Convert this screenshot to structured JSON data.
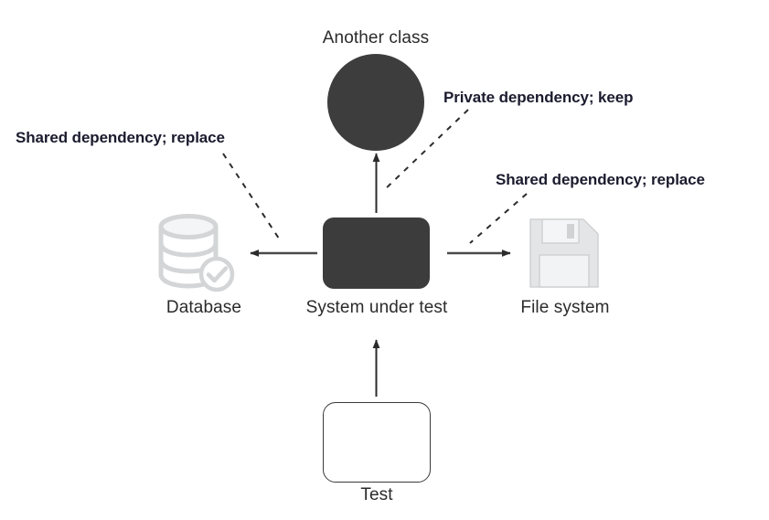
{
  "diagram": {
    "title_present": false,
    "background_color": "#ffffff",
    "colors": {
      "dark_fill": "#3c3c3c",
      "circle_fill": "#3d3d3d",
      "icon_gray": "#d4d6d8",
      "icon_gray_dark": "#b9bcbf",
      "label_text": "#2b2b2b",
      "annotation_text": "#1b1b2e",
      "arrow": "#2b2b2b",
      "leader_dash": "#2b2b2b",
      "test_border": "#3a3a3a"
    },
    "nodes": [
      {
        "id": "another-class",
        "label": "Another class",
        "shape": "circle",
        "label_position": "above"
      },
      {
        "id": "database",
        "label": "Database",
        "shape": "database-icon",
        "label_position": "below"
      },
      {
        "id": "system-under-test",
        "label": "System under test",
        "shape": "rounded-rect-filled",
        "label_position": "below"
      },
      {
        "id": "file-system",
        "label": "File system",
        "shape": "floppy-disk-icon",
        "label_position": "below"
      },
      {
        "id": "test",
        "label": "Test",
        "shape": "rounded-rect-outline",
        "label_position": "below"
      }
    ],
    "edges": [
      {
        "id": "sut-to-database",
        "from": "system-under-test",
        "to": "database",
        "style": "solid-arrow",
        "direction": "left"
      },
      {
        "id": "sut-to-another-class",
        "from": "system-under-test",
        "to": "another-class",
        "style": "solid-arrow",
        "direction": "up"
      },
      {
        "id": "sut-to-file-system",
        "from": "system-under-test",
        "to": "file-system",
        "style": "solid-arrow",
        "direction": "right"
      },
      {
        "id": "test-to-sut",
        "from": "test",
        "to": "system-under-test",
        "style": "solid-arrow",
        "direction": "up"
      }
    ],
    "annotations": [
      {
        "id": "annotation-shared-left",
        "text": "Shared dependency; replace",
        "targets_edge": "sut-to-database",
        "leader": "dashed"
      },
      {
        "id": "annotation-private",
        "text": "Private dependency; keep",
        "targets_edge": "sut-to-another-class",
        "leader": "dashed"
      },
      {
        "id": "annotation-shared-right",
        "text": "Shared dependency; replace",
        "targets_edge": "sut-to-file-system",
        "leader": "dashed"
      }
    ]
  }
}
